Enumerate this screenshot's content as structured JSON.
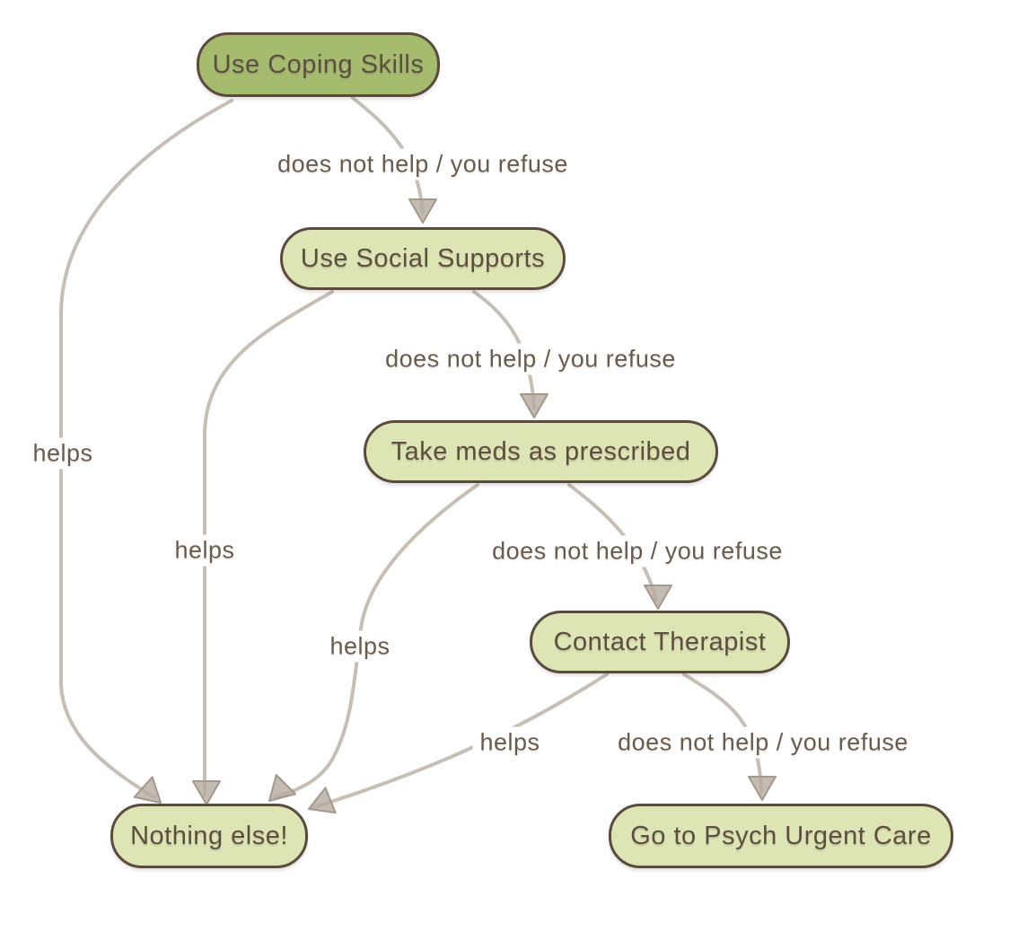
{
  "diagram": {
    "type": "flowchart-top-down",
    "background_color": "#ffffff",
    "colors": {
      "primary_node_fill": "#a5bc6f",
      "node_fill": "#dde5b4",
      "node_border": "#5b4b3d",
      "node_text": "#5d4e41",
      "edge_line": "#c7beb5",
      "arrowhead_fill": "#b7aca1",
      "edge_label_text": "#6b5b4d"
    },
    "nodes": [
      {
        "id": "coping",
        "label": "Use Coping Skills"
      },
      {
        "id": "social",
        "label": "Use Social Supports"
      },
      {
        "id": "meds",
        "label": "Take meds as prescribed"
      },
      {
        "id": "therapist",
        "label": "Contact Therapist"
      },
      {
        "id": "nothing",
        "label": "Nothing else!"
      },
      {
        "id": "urgent",
        "label": "Go to Psych Urgent Care"
      }
    ],
    "edges": [
      {
        "from": "coping",
        "to": "social",
        "label": "does not help / you refuse"
      },
      {
        "from": "social",
        "to": "meds",
        "label": "does not help / you refuse"
      },
      {
        "from": "meds",
        "to": "therapist",
        "label": "does not help / you refuse"
      },
      {
        "from": "therapist",
        "to": "urgent",
        "label": "does not help / you refuse"
      },
      {
        "from": "coping",
        "to": "nothing",
        "label": "helps"
      },
      {
        "from": "social",
        "to": "nothing",
        "label": "helps"
      },
      {
        "from": "meds",
        "to": "nothing",
        "label": "helps"
      },
      {
        "from": "therapist",
        "to": "nothing",
        "label": "helps"
      }
    ]
  }
}
